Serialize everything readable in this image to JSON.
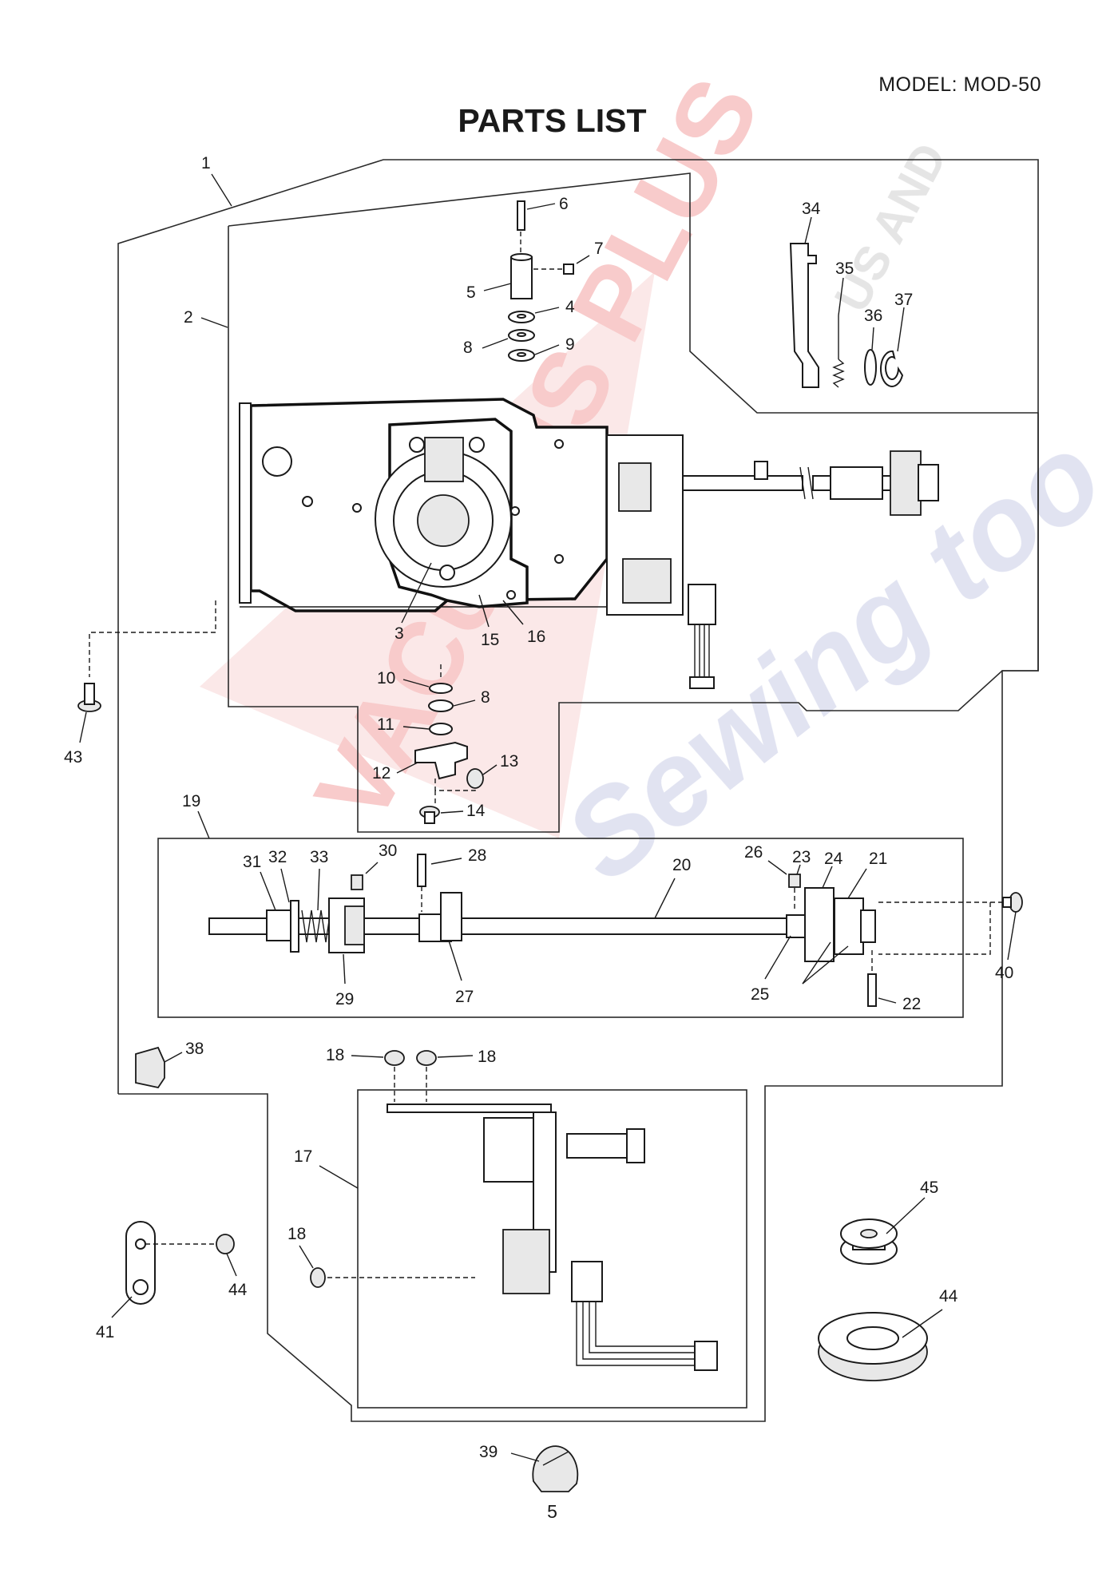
{
  "header": {
    "model": "MODEL: MOD-50",
    "title": "PARTS LIST"
  },
  "footer": {
    "page_number": "5"
  },
  "watermark": {
    "text_1": "VACUUMS PLUS",
    "text_2": "Sewing too",
    "text_3": "US AND"
  },
  "callouts": [
    {
      "id": "c1",
      "label": "1"
    },
    {
      "id": "c2",
      "label": "2"
    },
    {
      "id": "c3",
      "label": "3"
    },
    {
      "id": "c4",
      "label": "4"
    },
    {
      "id": "c5",
      "label": "5"
    },
    {
      "id": "c6",
      "label": "6"
    },
    {
      "id": "c7",
      "label": "7"
    },
    {
      "id": "c8a",
      "label": "8"
    },
    {
      "id": "c9",
      "label": "9"
    },
    {
      "id": "c10",
      "label": "10"
    },
    {
      "id": "c8b",
      "label": "8"
    },
    {
      "id": "c11",
      "label": "11"
    },
    {
      "id": "c12",
      "label": "12"
    },
    {
      "id": "c13",
      "label": "13"
    },
    {
      "id": "c14",
      "label": "14"
    },
    {
      "id": "c15",
      "label": "15"
    },
    {
      "id": "c16",
      "label": "16"
    },
    {
      "id": "c17",
      "label": "17"
    },
    {
      "id": "c18a",
      "label": "18"
    },
    {
      "id": "c18b",
      "label": "18"
    },
    {
      "id": "c18c",
      "label": "18"
    },
    {
      "id": "c19",
      "label": "19"
    },
    {
      "id": "c20",
      "label": "20"
    },
    {
      "id": "c21",
      "label": "21"
    },
    {
      "id": "c22",
      "label": "22"
    },
    {
      "id": "c23",
      "label": "23"
    },
    {
      "id": "c24",
      "label": "24"
    },
    {
      "id": "c25",
      "label": "25"
    },
    {
      "id": "c26",
      "label": "26"
    },
    {
      "id": "c27",
      "label": "27"
    },
    {
      "id": "c28",
      "label": "28"
    },
    {
      "id": "c29",
      "label": "29"
    },
    {
      "id": "c30",
      "label": "30"
    },
    {
      "id": "c31",
      "label": "31"
    },
    {
      "id": "c32",
      "label": "32"
    },
    {
      "id": "c33",
      "label": "33"
    },
    {
      "id": "c34",
      "label": "34"
    },
    {
      "id": "c35",
      "label": "35"
    },
    {
      "id": "c36",
      "label": "36"
    },
    {
      "id": "c37",
      "label": "37"
    },
    {
      "id": "c38",
      "label": "38"
    },
    {
      "id": "c39",
      "label": "39"
    },
    {
      "id": "c40",
      "label": "40"
    },
    {
      "id": "c41",
      "label": "41"
    },
    {
      "id": "c43",
      "label": "43"
    },
    {
      "id": "c44a",
      "label": "44"
    },
    {
      "id": "c44b",
      "label": "44"
    },
    {
      "id": "c45",
      "label": "45"
    }
  ],
  "colors": {
    "ink": "#1a1a1a",
    "watermark_red": "#f2b5b5",
    "watermark_gray": "#c8c8c8",
    "watermark_blue": "#c9cde6"
  }
}
